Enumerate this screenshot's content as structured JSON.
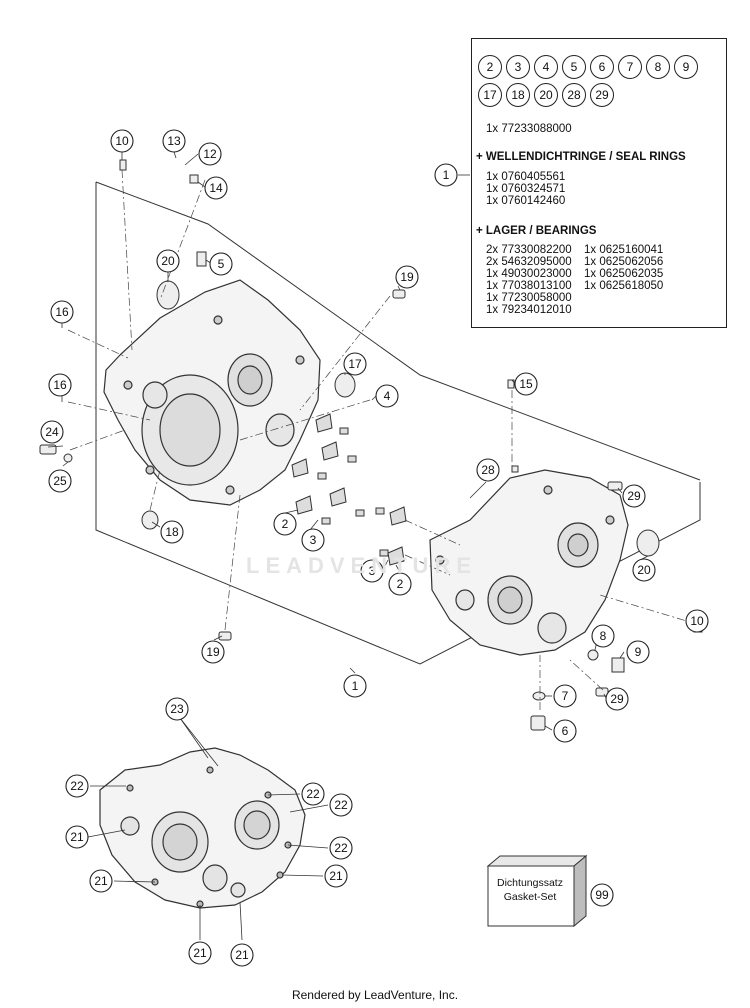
{
  "callouts": {
    "c1a": "1",
    "c1b": "1",
    "c2a": "2",
    "c2b": "2",
    "c3a": "3",
    "c3b": "3",
    "c4": "4",
    "c5": "5",
    "c6": "6",
    "c7": "7",
    "c8": "8",
    "c9": "9",
    "c10a": "10",
    "c10b": "10",
    "c12": "12",
    "c13": "13",
    "c14": "14",
    "c15": "15",
    "c16a": "16",
    "c16b": "16",
    "c17": "17",
    "c18": "18",
    "c19a": "19",
    "c19b": "19",
    "c20a": "20",
    "c20b": "20",
    "c21a": "21",
    "c21b": "21",
    "c21c": "21",
    "c21d": "21",
    "c21e": "21",
    "c22a": "22",
    "c22b": "22",
    "c22c": "22",
    "c22d": "22",
    "c23": "23",
    "c24": "24",
    "c25": "25",
    "c28": "28",
    "c29a": "29",
    "c29b": "29",
    "c99": "99"
  },
  "legend": {
    "circles": [
      "2",
      "3",
      "4",
      "5",
      "6",
      "7",
      "8",
      "9",
      "17",
      "18",
      "20",
      "28",
      "29"
    ],
    "main_part": "1x 77233088000",
    "seal_heading": "+ WELLENDICHTRINGE / SEAL RINGS",
    "seals": [
      "1x 0760405561",
      "1x 0760324571",
      "1x 0760142460"
    ],
    "bearing_heading": "+ LAGER / BEARINGS",
    "bearings_left": [
      "2x 77330082200",
      "2x 54632095000",
      "1x 49030023000",
      "1x 77038013100",
      "1x 77230058000",
      "1x 79234012010"
    ],
    "bearings_right": [
      "1x 0625160041",
      "1x 0625062056",
      "1x 0625062035",
      "1x 0625618050"
    ],
    "callout": "1"
  },
  "gasket": {
    "line1": "Dichtungssatz",
    "line2": "Gasket-Set"
  },
  "watermark": "LEADVENTURE",
  "footer": "Rendered by LeadVenture, Inc."
}
